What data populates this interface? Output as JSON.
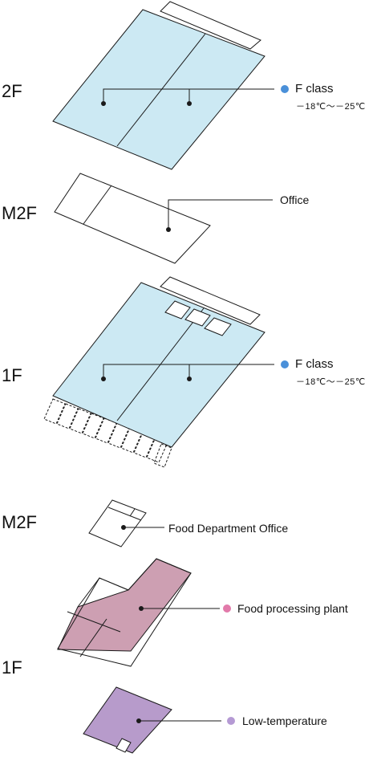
{
  "floors": {
    "upper_2f": "2F",
    "upper_m2f": "M2F",
    "upper_1f": "1F",
    "lower_m2f": "M2F",
    "lower_1f": "1F"
  },
  "callouts": {
    "f_class_upper": {
      "label": "F class",
      "temp": "－18℃～－25℃"
    },
    "office": {
      "label": "Office"
    },
    "f_class_lower": {
      "label": "F class",
      "temp": "－18℃～－25℃"
    },
    "food_dept_office": {
      "label": "Food Department Office"
    },
    "food_plant": {
      "label": "Food processing plant"
    },
    "low_temp": {
      "label": "Low-temperature"
    }
  },
  "colors": {
    "freezer_fill": "#cce9f3",
    "plant_fill": "#cd9fb2",
    "lowtemp_fill": "#b79bcb",
    "dot_blue": "#4a90d9",
    "dot_pink": "#e27aaa",
    "dot_purple": "#b59ad4",
    "outline": "#1a1a1a"
  },
  "icons": [
    "leader-dot",
    "legend-dot"
  ]
}
